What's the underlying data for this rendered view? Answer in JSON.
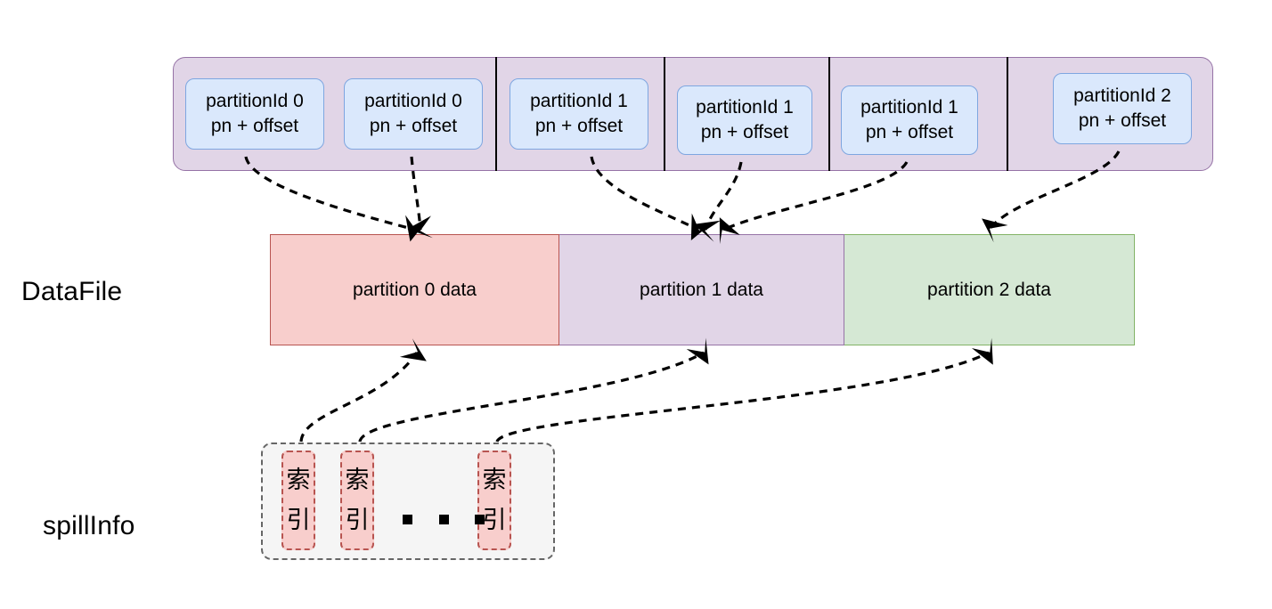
{
  "diagram": {
    "title": "Spark shuffle spill DataFile and spillInfo index diagram",
    "row_labels": {
      "datafile": "DataFile",
      "spillinfo": "spillInfo"
    },
    "colors": {
      "record_container_fill": "#e1d5e7",
      "record_container_stroke": "#9673a6",
      "record_card_fill": "#dae8fc",
      "record_card_stroke": "#7ea6e0",
      "partition0_fill": "#f8cecc",
      "partition0_stroke": "#b85450",
      "partition1_fill": "#e1d5e7",
      "partition1_stroke": "#9673a6",
      "partition2_fill": "#d5e8d4",
      "partition2_stroke": "#82b366",
      "spill_container_fill": "#f5f5f5",
      "spill_container_stroke": "#666666",
      "spill_item_fill": "#f8cecc",
      "spill_item_stroke": "#b85450",
      "arrow_stroke": "#000000",
      "divider_stroke": "#000000"
    },
    "record_cards": [
      {
        "id": "card-0",
        "partition_line": "partitionId 0",
        "offset_line": "pn + offset"
      },
      {
        "id": "card-1",
        "partition_line": "partitionId 0",
        "offset_line": "pn + offset"
      },
      {
        "id": "card-2",
        "partition_line": "partitionId 1",
        "offset_line": "pn + offset"
      },
      {
        "id": "card-3",
        "partition_line": "partitionId 1",
        "offset_line": "pn + offset"
      },
      {
        "id": "card-4",
        "partition_line": "partitionId 1",
        "offset_line": "pn + offset"
      },
      {
        "id": "card-5",
        "partition_line": "partitionId 2",
        "offset_line": "pn + offset"
      }
    ],
    "datafile_partitions": [
      {
        "id": "partition-0",
        "label": "partition 0 data"
      },
      {
        "id": "partition-1",
        "label": "partition 1 data"
      },
      {
        "id": "partition-2",
        "label": "partition 2 data"
      }
    ],
    "spill_items": [
      {
        "id": "spill-0",
        "char_top": "索",
        "char_bottom": "引"
      },
      {
        "id": "spill-1",
        "char_top": "索",
        "char_bottom": "引"
      },
      {
        "id": "spill-2",
        "char_top": "索",
        "char_bottom": "引"
      }
    ],
    "spill_ellipsis_dots": 3
  }
}
